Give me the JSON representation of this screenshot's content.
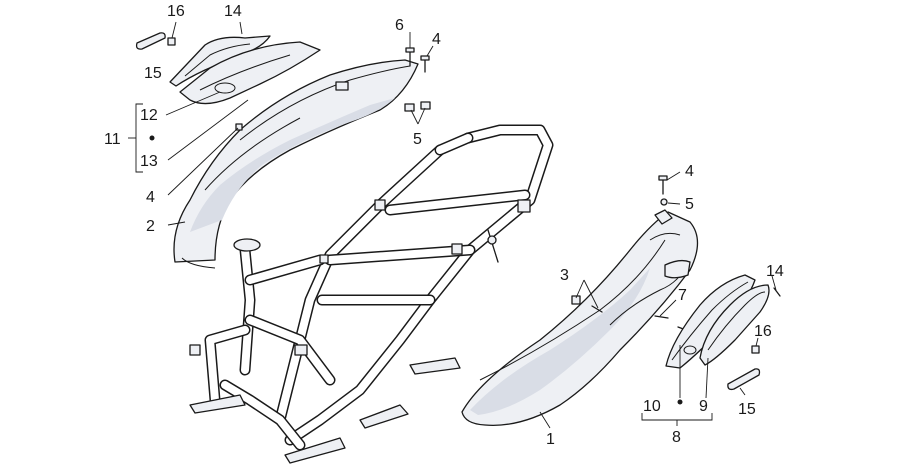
{
  "callouts": {
    "c16_top": "16",
    "c14_top": "14",
    "c15_top": "15",
    "c6": "6",
    "c4_top": "4",
    "c12": "12",
    "c11": "11",
    "c13": "13",
    "c5_top": "5",
    "c4_mid": "4",
    "c2": "2",
    "c4_right": "4",
    "c5_right": "5",
    "c3": "3",
    "c7": "7",
    "c14_right": "14",
    "c16_right": "16",
    "c10": "10",
    "c9": "9",
    "c15_right": "15",
    "c8": "8",
    "c1": "1"
  }
}
